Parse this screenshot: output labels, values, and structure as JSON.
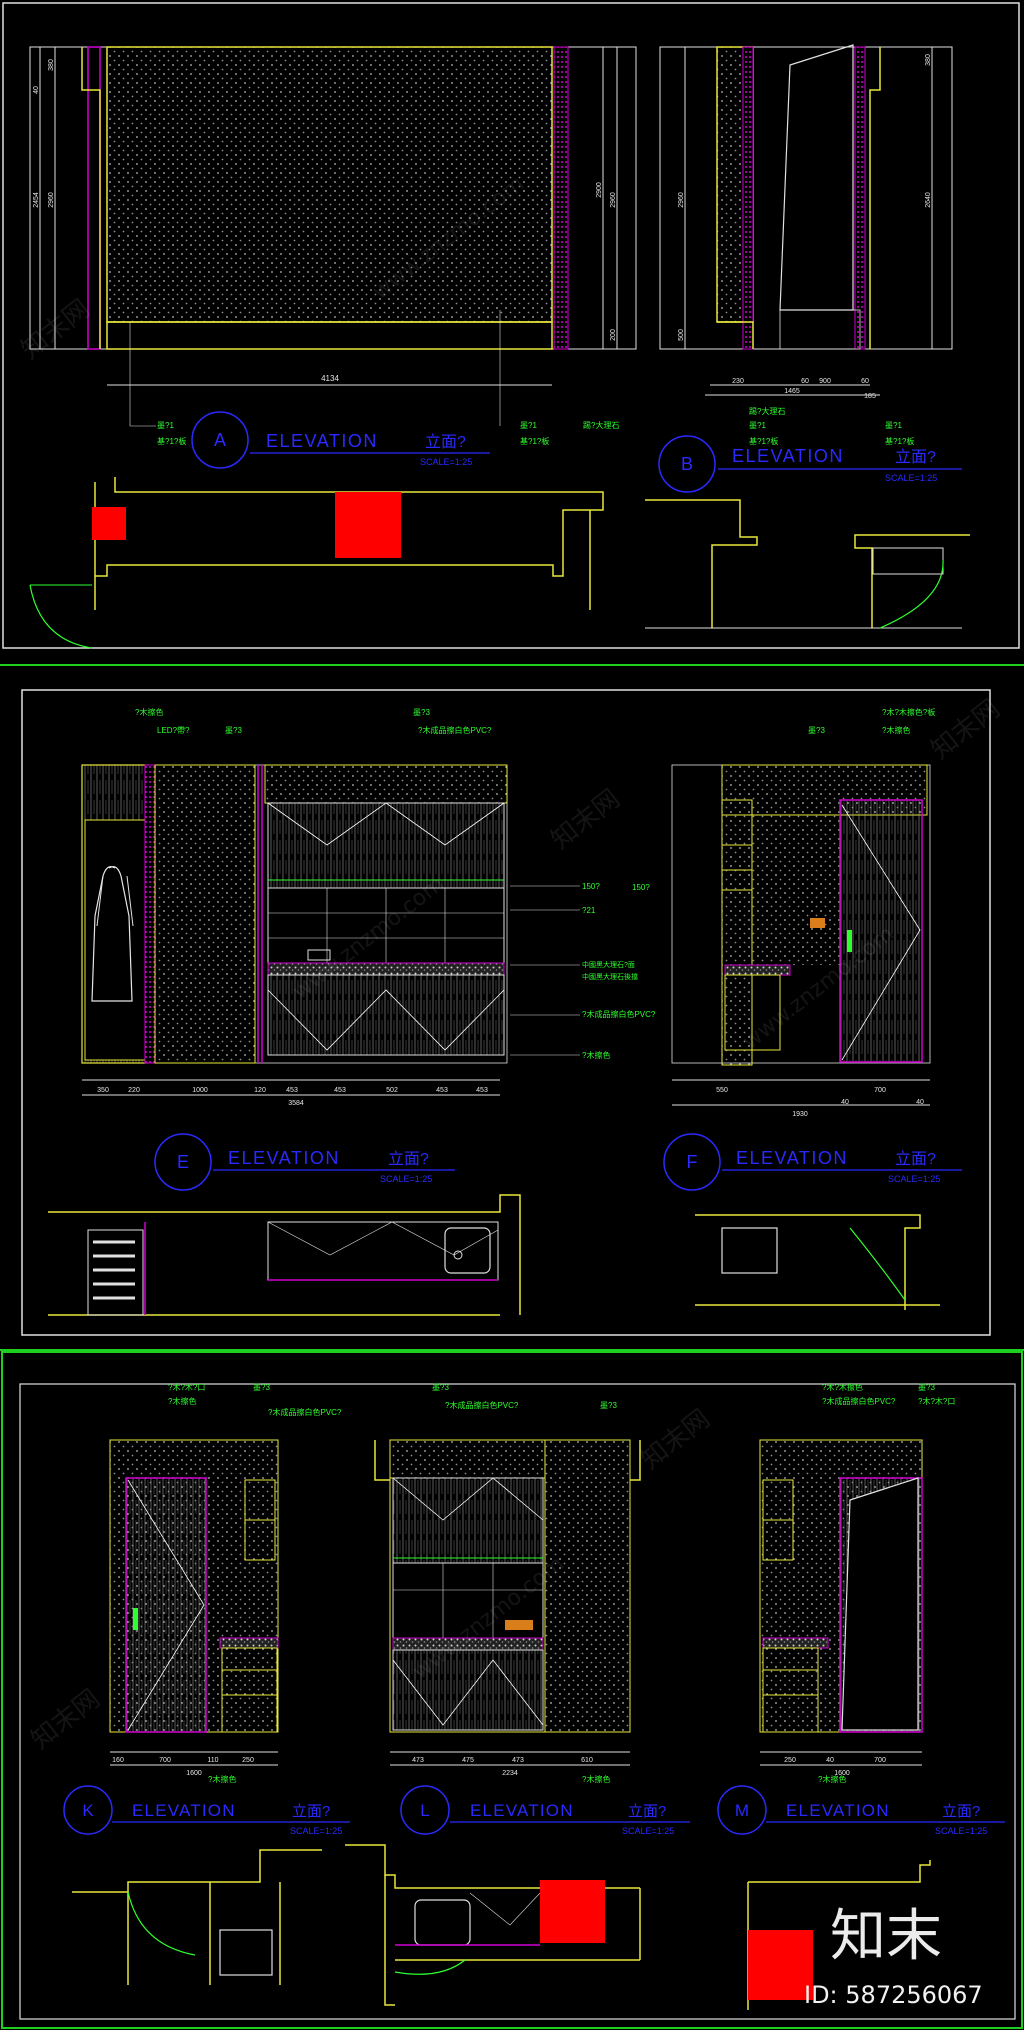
{
  "sheets": [
    {
      "elevations": [
        {
          "letter": "A",
          "title": "ELEVATION",
          "cn": "立面?",
          "scale": "SCALE=1:25",
          "dims": {
            "width": "4134",
            "h1": "2454",
            "h2": "2900",
            "h3": "2960",
            "top": "380",
            "top2": "40",
            "bottom": "200"
          }
        },
        {
          "letter": "B",
          "title": "ELEVATION",
          "cn": "立面?",
          "scale": "SCALE=1:25",
          "dims": {
            "width": "1465",
            "h1": "2960",
            "h2": "2640",
            "d1": "230",
            "d2": "900",
            "d3": "60",
            "d4": "185",
            "top": "380",
            "bottom": "500"
          }
        }
      ],
      "notes": [
        "墨?1",
        "基?1?板",
        "墨?1",
        "基?1?板",
        "踢?大理石",
        "踢?大理石",
        "墨?1",
        "基?1?板",
        "墨?1",
        "基?1?板"
      ]
    },
    {
      "elevations": [
        {
          "letter": "E",
          "title": "ELEVATION",
          "cn": "立面?",
          "scale": "SCALE=1:25",
          "dims": {
            "d1": "350",
            "d2": "220",
            "d3": "1000",
            "d4": "120",
            "d5": "453",
            "d6": "453",
            "d7": "502",
            "d8": "453",
            "d9": "453",
            "total": "3584"
          }
        },
        {
          "letter": "F",
          "title": "ELEVATION",
          "cn": "立面?",
          "scale": "SCALE=1:25",
          "dims": {
            "d1": "550",
            "d2": "700",
            "d3": "40",
            "d4": "40",
            "total": "1930"
          }
        }
      ],
      "notes": [
        "?木擦色",
        "LED?帶?",
        "墨?3",
        "墨?3",
        "?木成品擦白色PVC?",
        "?木?木擦色?板",
        "?木擦色",
        "150?",
        "?21",
        "中國黑大理石?面",
        "中國黑大理石後擋",
        "?木成品擦白色PVC?",
        "?木擦色",
        "墨?3",
        "150?"
      ]
    },
    {
      "elevations": [
        {
          "letter": "K",
          "title": "ELEVATION",
          "cn": "立面?",
          "scale": "SCALE=1:25",
          "dims": {
            "d1": "160",
            "d2": "700",
            "d3": "110",
            "d4": "250",
            "total": "1600"
          }
        },
        {
          "letter": "L",
          "title": "ELEVATION",
          "cn": "立面?",
          "scale": "SCALE=1:25",
          "dims": {
            "d1": "473",
            "d2": "475",
            "d3": "473",
            "d4": "610",
            "total": "2234"
          }
        },
        {
          "letter": "M",
          "title": "ELEVATION",
          "cn": "立面?",
          "scale": "SCALE=1:25",
          "dims": {
            "d1": "250",
            "d2": "40",
            "d3": "700",
            "total": "1600"
          }
        }
      ],
      "notes": [
        "?木?木?口",
        "?木擦色",
        "墨?3",
        "?木成品擦白色PVC?",
        "墨?3",
        "?木成品擦白色PVC?",
        "墨?3",
        "?木?木擦色",
        "?木成品擦白色PVC?",
        "?木?木?口",
        "墨?3",
        "?木擦色",
        "?木擦色",
        "?木擦色"
      ]
    }
  ],
  "watermark": {
    "brand": "知末",
    "id": "ID: 587256067",
    "bg_text": "www.znzmo.com",
    "bg_cn": "知末网"
  },
  "colors": {
    "background": "#000000",
    "frame": "#e0e0e0",
    "yellow": "#e8e83a",
    "magenta": "#d100d1",
    "green": "#2fff2f",
    "blue": "#2a2aff",
    "red": "#ff0000",
    "separator": "#1fcf1f"
  }
}
